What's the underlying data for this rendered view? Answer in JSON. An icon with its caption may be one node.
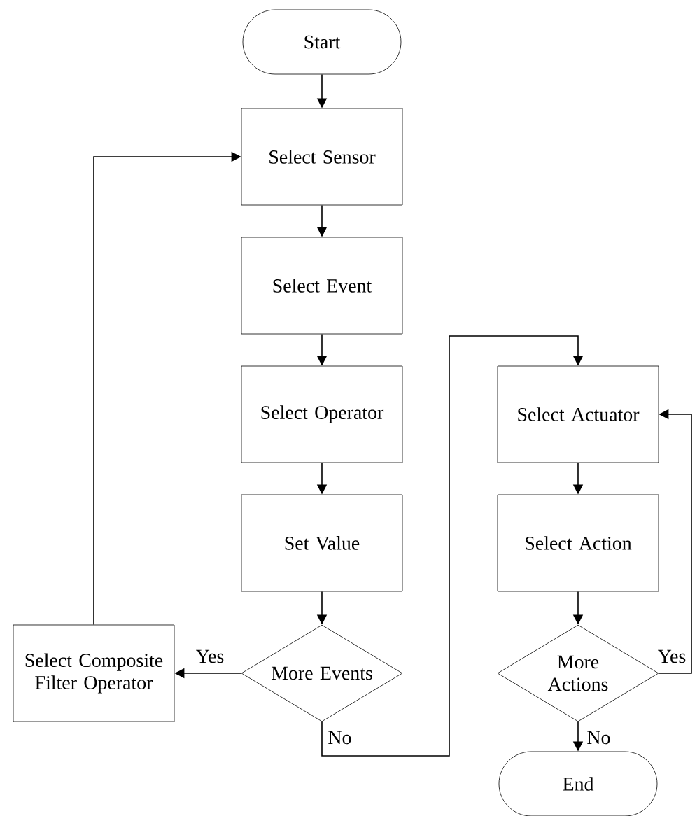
{
  "diagram": {
    "nodes": [
      {
        "text": [
          "Start"
        ]
      },
      {
        "text": [
          "Select Sensor"
        ]
      },
      {
        "text": [
          "Select Event"
        ]
      },
      {
        "text": [
          "Select Operator"
        ]
      },
      {
        "text": [
          "Set Value"
        ]
      },
      {
        "text": [
          "More Events"
        ]
      },
      {
        "text": [
          "Select Composite Filter Operator"
        ]
      },
      {
        "text": [
          "Select Actuator"
        ]
      },
      {
        "text": [
          "Select Action"
        ]
      },
      {
        "text": [
          "More Actions"
        ]
      },
      {
        "text": [
          "End"
        ]
      }
    ],
    "edges": [
      {
        "from": 0,
        "to": 1,
        "arrow": "to"
      },
      {
        "from": 1,
        "to": 2,
        "arrow": "to"
      },
      {
        "from": 2,
        "to": 3,
        "arrow": "to"
      },
      {
        "from": 3,
        "to": 4,
        "arrow": "to"
      },
      {
        "from": 4,
        "to": 5,
        "arrow": "to"
      },
      {
        "from": 5,
        "to": 6,
        "arrow": "to",
        "label": "Yes"
      },
      {
        "from": 6,
        "to": 1,
        "arrow": "to"
      },
      {
        "from": 5,
        "to": 7,
        "arrow": "to",
        "label": "No"
      },
      {
        "from": 7,
        "to": 8,
        "arrow": "to"
      },
      {
        "from": 8,
        "to": 9,
        "arrow": "to"
      },
      {
        "from": 9,
        "to": 7,
        "arrow": "to",
        "label": "Yes"
      },
      {
        "from": 9,
        "to": 10,
        "arrow": "to",
        "label": "No"
      }
    ]
  }
}
